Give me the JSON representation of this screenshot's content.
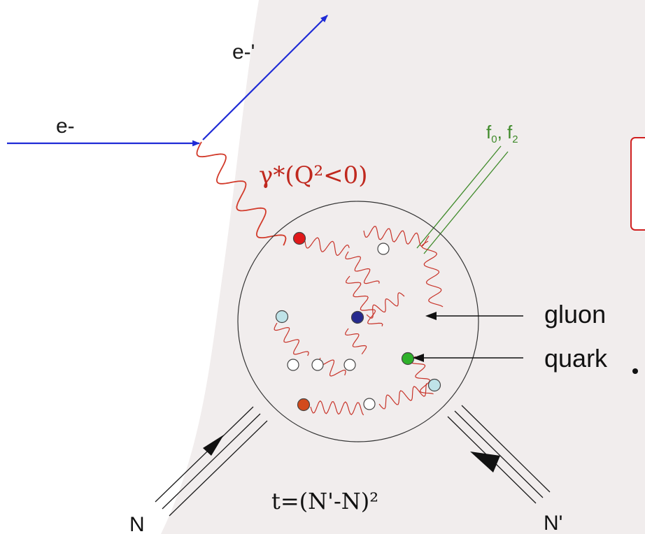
{
  "labels": {
    "electron_in": "e-",
    "electron_out": "e-'",
    "photon": "γ*(Q²<0)",
    "meson_f": "f",
    "meson_sub0": "0",
    "meson_comma": ", f",
    "meson_sub2": "2",
    "gluon": "gluon",
    "quark": "quark",
    "nucleon_in": "N",
    "nucleon_out": "N'",
    "momentum_transfer": "t=(N'-N)²"
  },
  "colors": {
    "background": "#ffffff",
    "shaded_region": "#f1eded",
    "electron": "#1f2bd6",
    "photon": "#d23a2a",
    "gluon": "#c8342a",
    "meson": "#3f8a2a",
    "nucleon": "#1a1a1a",
    "callout_border": "#d02020",
    "quark_red": "#e0181a",
    "quark_blue": "#262a8e",
    "quark_green": "#2fb12a",
    "quark_orange": "#d24a1c",
    "quark_light": "#bfe3e8",
    "quark_white": "#ffffff"
  }
}
